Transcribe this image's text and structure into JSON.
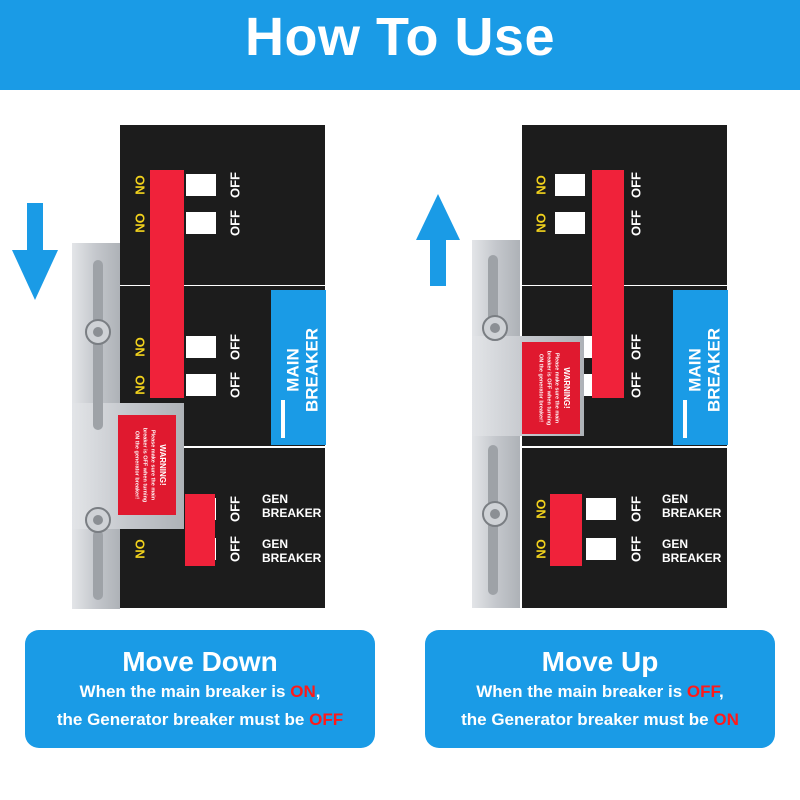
{
  "header": {
    "title": "How To Use"
  },
  "labels": {
    "on": "ON",
    "off": "OFF",
    "main_breaker_line1": "MAIN",
    "main_breaker_line2": "BREAKER",
    "gen_breaker_line1": "GEN",
    "gen_breaker_line2": "BREAKER",
    "warning_title": "WARNING!",
    "warning_line1": "Please make sure the main",
    "warning_line2": "breaker is OFF when turning",
    "warning_line3": "ON the generator breaker!"
  },
  "left_panel": {
    "arrow_direction": "down",
    "caption_title": "Move Down",
    "line1_prefix": "When the main breaker is ",
    "line1_state": "ON",
    "line1_suffix": ",",
    "line2_prefix": "the Generator breaker must be ",
    "line2_state": "OFF"
  },
  "right_panel": {
    "arrow_direction": "up",
    "caption_title": "Move Up",
    "line1_prefix": "When the main breaker is ",
    "line1_state": "OFF",
    "line1_suffix": ",",
    "line2_prefix": "the Generator breaker must be ",
    "line2_state": "ON"
  },
  "colors": {
    "accent_blue": "#1a9be6",
    "breaker_body": "#1c1c1c",
    "handle_red": "#f0223a",
    "plate_silver": "#c9ccd0",
    "on_label_yellow": "#f2d21c"
  }
}
